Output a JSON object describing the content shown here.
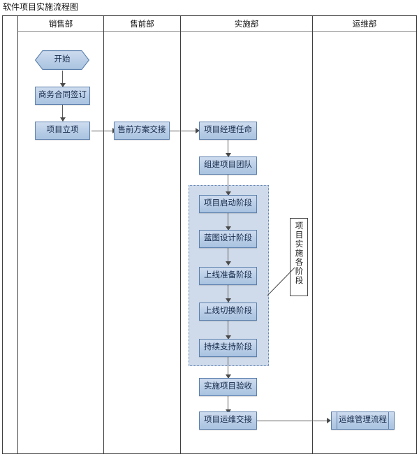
{
  "document": {
    "title": "软件项目实施流程图"
  },
  "lanes": [
    {
      "id": "gutter",
      "label": ""
    },
    {
      "id": "sales",
      "label": "销售部"
    },
    {
      "id": "presales",
      "label": "售前部"
    },
    {
      "id": "implementation",
      "label": "实施部"
    },
    {
      "id": "operations",
      "label": "运维部"
    }
  ],
  "nodes": [
    {
      "id": "start",
      "label": "开始",
      "shape": "terminator",
      "lane": "sales"
    },
    {
      "id": "contract",
      "label": "商务合同签订",
      "shape": "process",
      "lane": "sales"
    },
    {
      "id": "project-setup",
      "label": "项目立项",
      "shape": "process",
      "lane": "sales"
    },
    {
      "id": "presales-handoff",
      "label": "售前方案交接",
      "shape": "process",
      "lane": "presales"
    },
    {
      "id": "pm-appointment",
      "label": "项目经理任命",
      "shape": "process",
      "lane": "implementation"
    },
    {
      "id": "build-team",
      "label": "组建项目团队",
      "shape": "process",
      "lane": "implementation"
    },
    {
      "id": "phase-kickoff",
      "label": "项目启动阶段",
      "shape": "process",
      "lane": "implementation"
    },
    {
      "id": "phase-blueprint",
      "label": "蓝图设计阶段",
      "shape": "process",
      "lane": "implementation"
    },
    {
      "id": "phase-prep",
      "label": "上线准备阶段",
      "shape": "process",
      "lane": "implementation"
    },
    {
      "id": "phase-cutover",
      "label": "上线切换阶段",
      "shape": "process",
      "lane": "implementation"
    },
    {
      "id": "phase-support",
      "label": "持续支持阶段",
      "shape": "process",
      "lane": "implementation"
    },
    {
      "id": "acceptance",
      "label": "实施项目验收",
      "shape": "process",
      "lane": "implementation"
    },
    {
      "id": "ops-handoff",
      "label": "项目运维交接",
      "shape": "process",
      "lane": "implementation"
    },
    {
      "id": "ops-process",
      "label": "运维管理流程",
      "shape": "predefined",
      "lane": "operations"
    }
  ],
  "annotations": [
    {
      "id": "phases-bracket",
      "label": "项目实施各阶段",
      "orientation": "vertical"
    }
  ],
  "colors": {
    "node_fill": "#bcd0e8",
    "node_border": "#5c80ad",
    "node_text": "#15294a",
    "group_fill": "#cfdbeb",
    "group_border": "#5d7fae",
    "lane_border": "#3f3f3f",
    "connector": "#5a5a5a",
    "page_background": "#ffffff"
  }
}
